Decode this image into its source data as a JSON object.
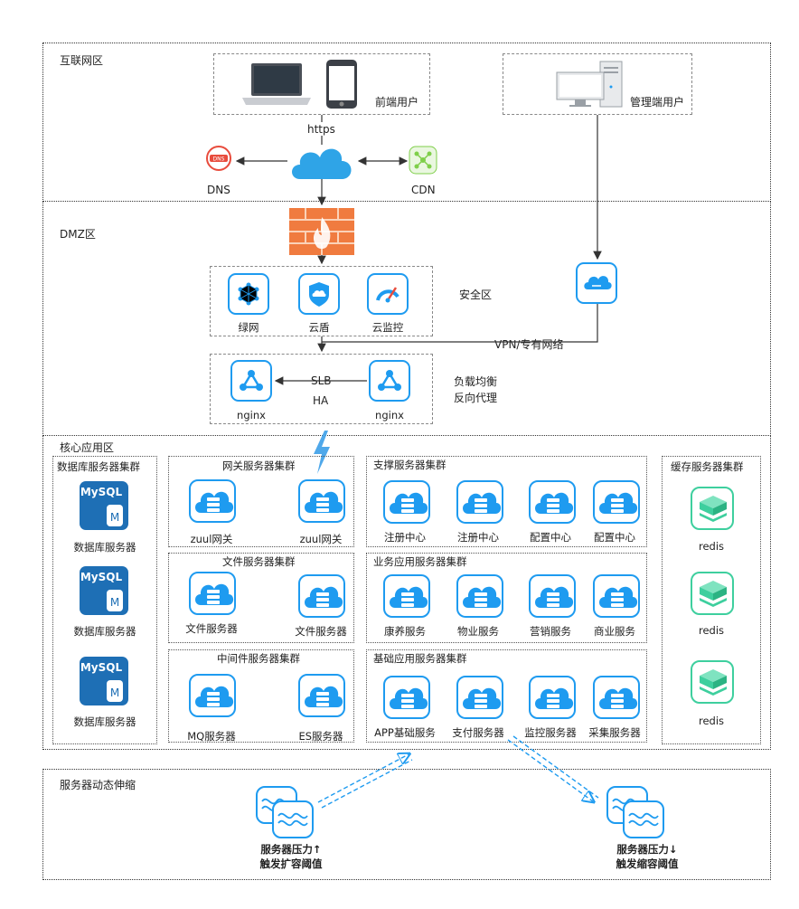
{
  "zones": {
    "internet": "互联网区",
    "dmz": "DMZ区",
    "core": "核心应用区",
    "scaling": "服务器动态伸缩"
  },
  "internet": {
    "frontend_users": "前端用户",
    "admin_users": "管理端用户",
    "https": "https",
    "dns": "DNS",
    "cdn": "CDN"
  },
  "dmz": {
    "security_zone": "安全区",
    "green_net": "绿网",
    "cloud_shield": "云盾",
    "cloud_monitor": "云监控",
    "vpn": "VPN/专有网络",
    "slb": "SLB",
    "ha": "HA",
    "nginx_left": "nginx",
    "nginx_right": "nginx",
    "lb_line1": "负载均衡",
    "lb_line2": "反向代理"
  },
  "core": {
    "db_cluster": {
      "title": "数据库服务器集群",
      "items": [
        "数据库服务器",
        "数据库服务器",
        "数据库服务器"
      ],
      "logo": "MySQL"
    },
    "gateway_cluster": {
      "title": "网关服务器集群",
      "items": [
        "zuul网关",
        "zuul网关"
      ]
    },
    "file_cluster": {
      "title": "文件服务器集群",
      "items": [
        "文件服务器",
        "文件服务器"
      ]
    },
    "middleware_cluster": {
      "title": "中间件服务器集群",
      "items": [
        "MQ服务器",
        "ES服务器"
      ]
    },
    "support_cluster": {
      "title": "支撑服务器集群",
      "items": [
        "注册中心",
        "注册中心",
        "配置中心",
        "配置中心"
      ]
    },
    "business_cluster": {
      "title": "业务应用服务器集群",
      "items": [
        "康养服务",
        "物业服务",
        "营销服务",
        "商业服务"
      ]
    },
    "base_cluster": {
      "title": "基础应用服务器集群",
      "items": [
        "APP基础服务",
        "支付服务器",
        "监控服务器",
        "采集服务器"
      ]
    },
    "cache_cluster": {
      "title": "缓存服务器集群",
      "items": [
        "redis",
        "redis",
        "redis"
      ]
    }
  },
  "scaling": {
    "up_line1": "服务器压力↑",
    "up_line2": "触发扩容阈值",
    "down_line1": "服务器压力↓",
    "down_line2": "触发缩容阈值"
  },
  "colors": {
    "accent": "#1e9bf0",
    "firewall": "#f07b3f",
    "redis": "#3ecf9e",
    "mysql": "#1e6fb5",
    "dns": "#e84c3d",
    "cdn": "#7fcf4a"
  }
}
